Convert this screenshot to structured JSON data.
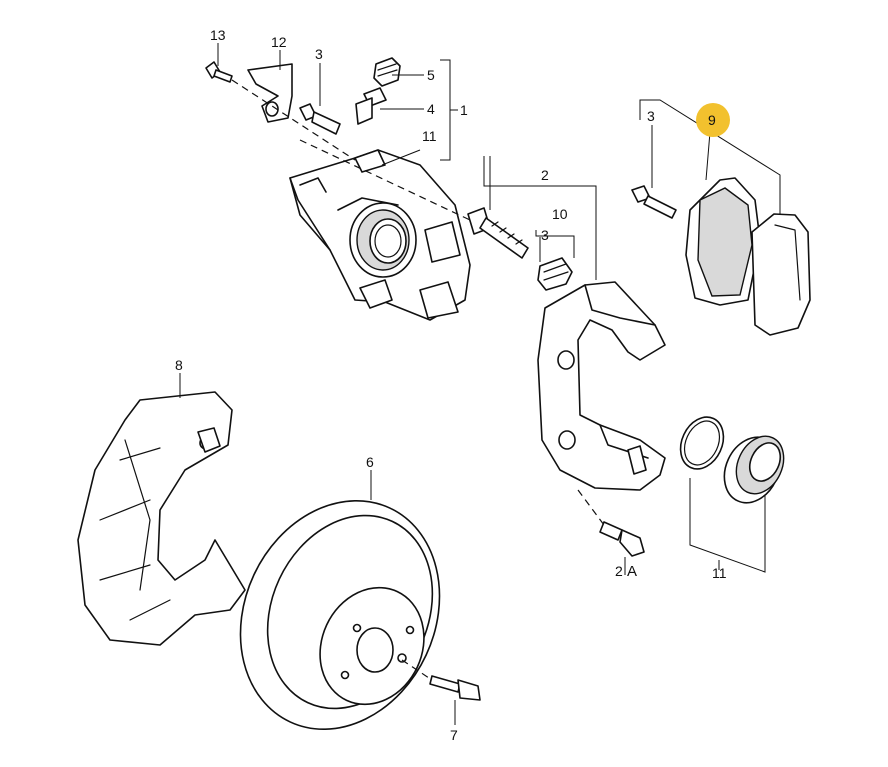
{
  "diagram": {
    "labels": {
      "p13": "13",
      "p12": "12",
      "p3a": "3",
      "p5": "5",
      "p4": "4",
      "p1": "1",
      "p11a": "11",
      "p2": "2",
      "p10": "10",
      "p3b": "3",
      "p3c": "3",
      "p9": "9",
      "p8": "8",
      "p6": "6",
      "p7": "7",
      "p2A": "2",
      "pA": "A",
      "p11b": "11"
    },
    "highlight_color": "#f2c12e"
  }
}
